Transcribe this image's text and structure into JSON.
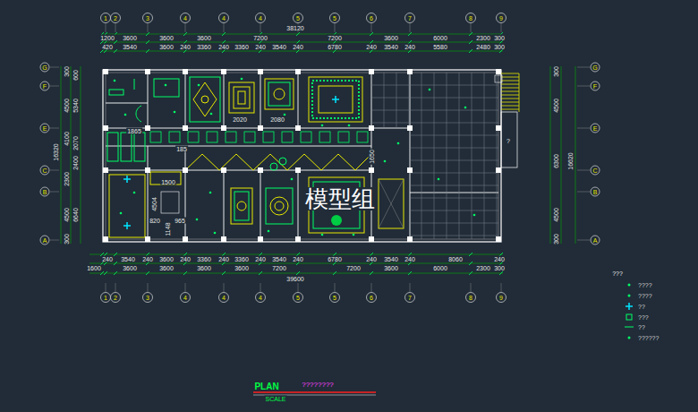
{
  "diagram": {
    "title": "PLAN",
    "labels": [
      "38120",
      "1200",
      "3600",
      "3600",
      "3600",
      "7200",
      "7200",
      "3600",
      "6000",
      "2300",
      "300",
      "420",
      "3540",
      "3600",
      "240",
      "3360",
      "240",
      "3360",
      "240",
      "3540",
      "240",
      "6780",
      "240",
      "3540",
      "240",
      "5580",
      "2480",
      "300",
      "1",
      "2",
      "3",
      "4",
      "4",
      "4",
      "5",
      "5",
      "6",
      "7",
      "8",
      "9",
      "240",
      "3540",
      "240",
      "3600",
      "240",
      "3360",
      "240",
      "3360",
      "240",
      "3540",
      "240",
      "6780",
      "240",
      "3540",
      "240",
      "8060",
      "240",
      "1600",
      "3600",
      "3600",
      "3600",
      "3600",
      "7200",
      "7200",
      "3600",
      "6000",
      "2300",
      "300",
      "39600",
      "1",
      "2",
      "3",
      "4",
      "4",
      "4",
      "5",
      "5",
      "6",
      "7",
      "8",
      "9",
      "G",
      "F",
      "E",
      "C",
      "B",
      "A",
      "G",
      "F",
      "E",
      "C",
      "B",
      "A",
      "16320",
      "300",
      "4500",
      "4100",
      "2300",
      "4500",
      "300",
      "600",
      "5340",
      "2070",
      "2400",
      "6640",
      "300",
      "4500",
      "6300",
      "4500",
      "300",
      "16620",
      "1865",
      "2020",
      "2080",
      "185",
      "1500",
      "4504",
      "820",
      "1148",
      "965",
      "1650",
      "?",
      "模型组",
      "???",
      "????????",
      "SCALE"
    ],
    "legend": [
      {
        "text": "????"
      },
      {
        "text": "????"
      },
      {
        "text": "??"
      },
      {
        "text": "???"
      },
      {
        "text": "??"
      },
      {
        "text": "??????"
      }
    ]
  }
}
